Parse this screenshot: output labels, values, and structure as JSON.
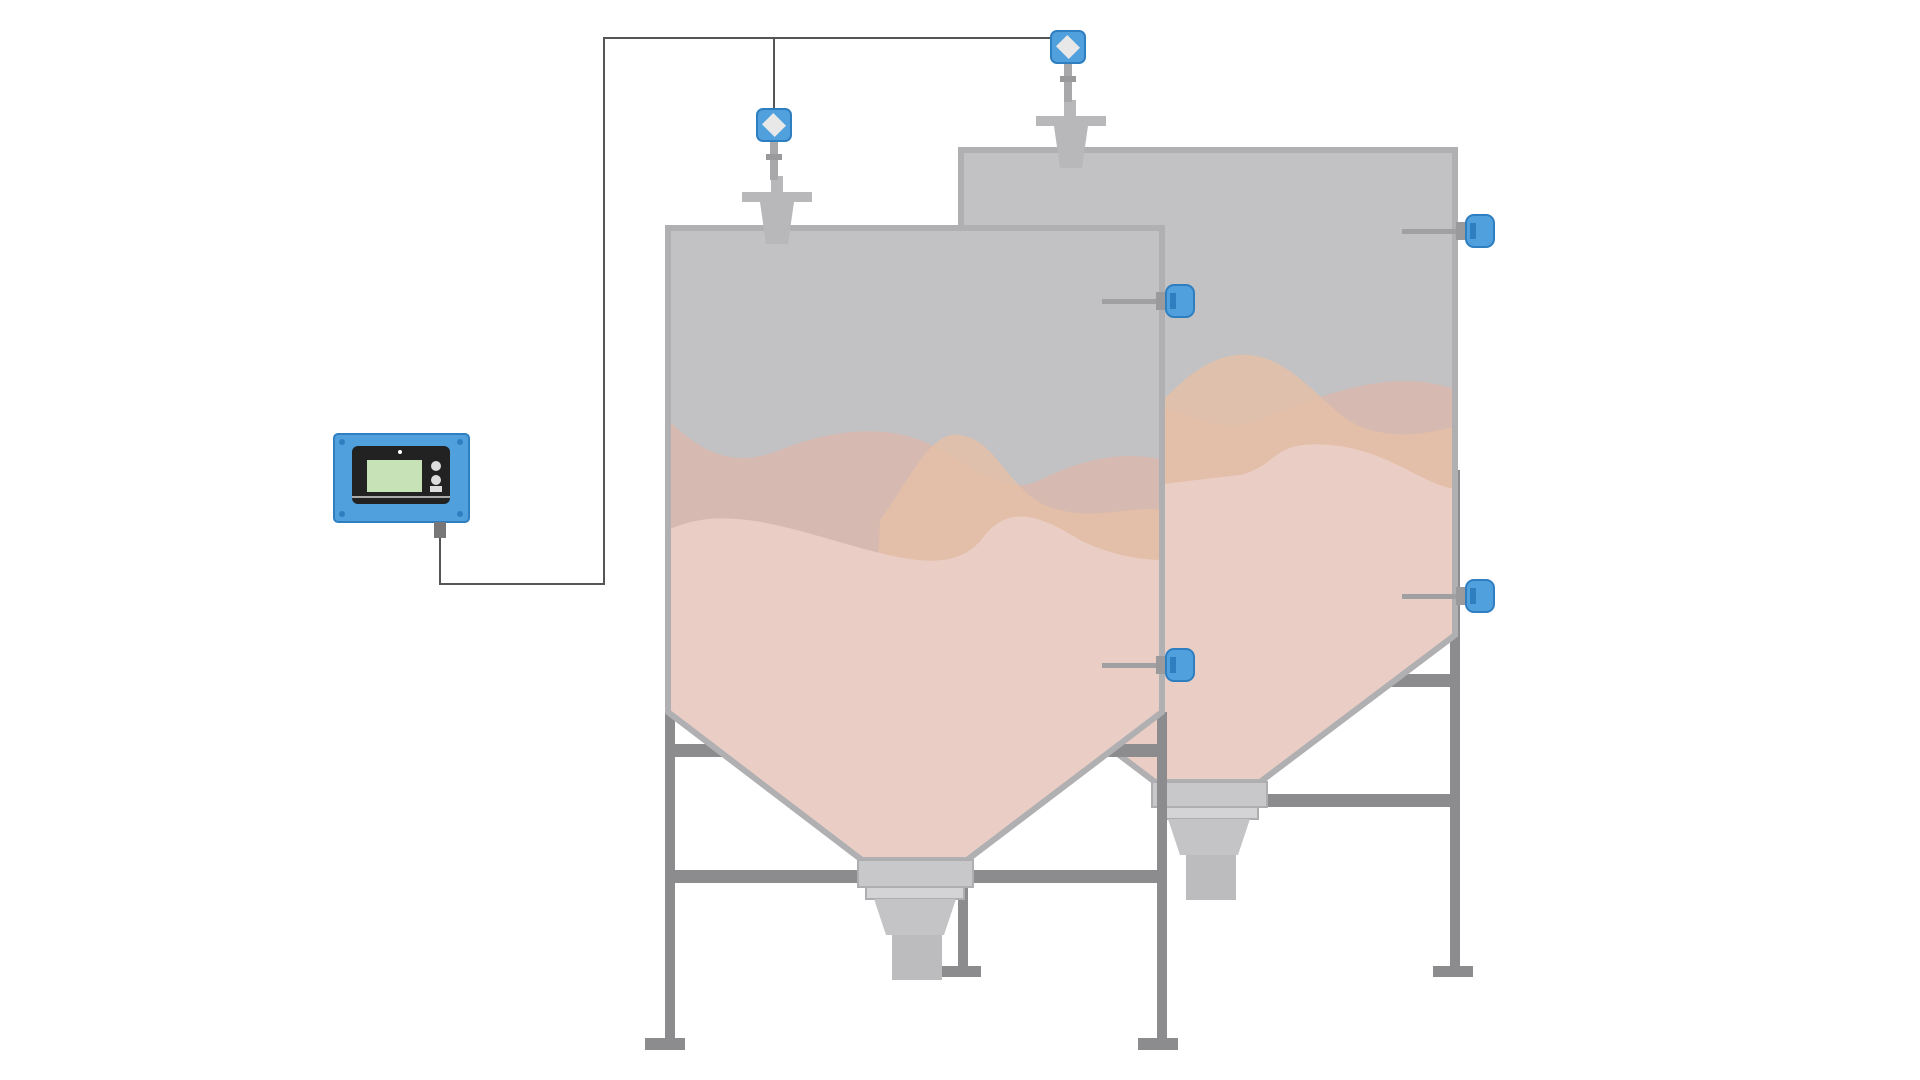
{
  "diagram": {
    "kind": "silo-level-monitoring",
    "components": [
      {
        "name": "controller-display-unit",
        "icon": "controller-icon"
      },
      {
        "name": "front-silo",
        "icon": "silo-icon"
      },
      {
        "name": "rear-silo",
        "icon": "silo-icon"
      },
      {
        "name": "radar-level-transmitter",
        "icon": "radar-transmitter-icon",
        "count": 2
      },
      {
        "name": "point-level-switch",
        "icon": "level-switch-icon",
        "count": 4
      }
    ],
    "silos": {
      "front": {
        "fill_level": 0.66
      },
      "rear": {
        "fill_level": 0.58
      }
    }
  },
  "colors": {
    "background": "#ffffff",
    "silo_body": "#c2c2c4",
    "silo_outline": "#b0b0b2",
    "frame": "#8c8c8e",
    "material_light": "#eacec6",
    "material_mid": "#e6bfa6",
    "material_dark": "#d9b7ae",
    "device_blue": "#4fa0dc",
    "device_blue_dark": "#2f7fc0",
    "cable": "#555555",
    "display_screen": "#c8e2b8"
  }
}
